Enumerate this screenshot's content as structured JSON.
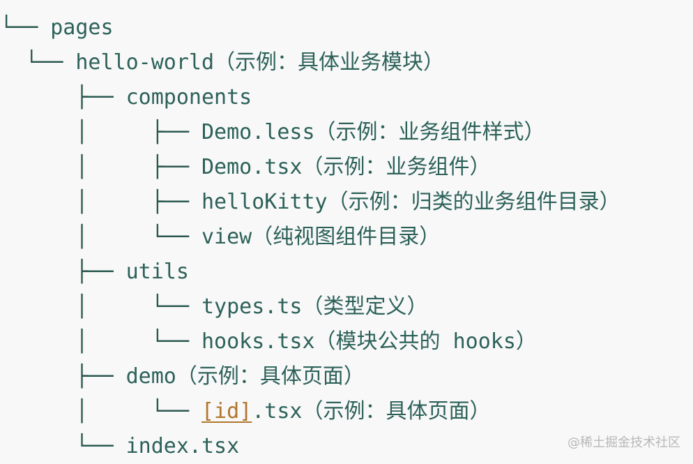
{
  "tree": {
    "rows": [
      {
        "prefix": "└── ",
        "name": "pages",
        "note": ""
      },
      {
        "prefix": "  └── ",
        "name": "hello-world",
        "note": "（示例：具体业务模块）"
      },
      {
        "prefix": "      ├── ",
        "name": "components",
        "note": ""
      },
      {
        "prefix": "      │     ├── ",
        "name": "Demo.less",
        "note": "（示例：业务组件样式）"
      },
      {
        "prefix": "      │     ├── ",
        "name": "Demo.tsx",
        "note": "（示例：业务组件）"
      },
      {
        "prefix": "      │     ├── ",
        "name": "helloKitty",
        "note": "（示例：归类的业务组件目录）"
      },
      {
        "prefix": "      │     └── ",
        "name": "view",
        "note": "（纯视图组件目录）"
      },
      {
        "prefix": "      ├── ",
        "name": "utils",
        "note": ""
      },
      {
        "prefix": "      │     └── ",
        "name": "types.ts",
        "note": "（类型定义）"
      },
      {
        "prefix": "      │     └── ",
        "name": "hooks.tsx",
        "note": "（模块公共的 hooks）"
      },
      {
        "prefix": "      ├── ",
        "name": "demo",
        "note": "（示例：具体页面）"
      },
      {
        "prefix": "      │     └── ",
        "link": "[id]",
        "name": ".tsx",
        "note": "（示例：具体页面）"
      },
      {
        "prefix": "      └── ",
        "name": "index.tsx",
        "note": ""
      }
    ]
  },
  "watermark": "@稀土掘金技术社区"
}
